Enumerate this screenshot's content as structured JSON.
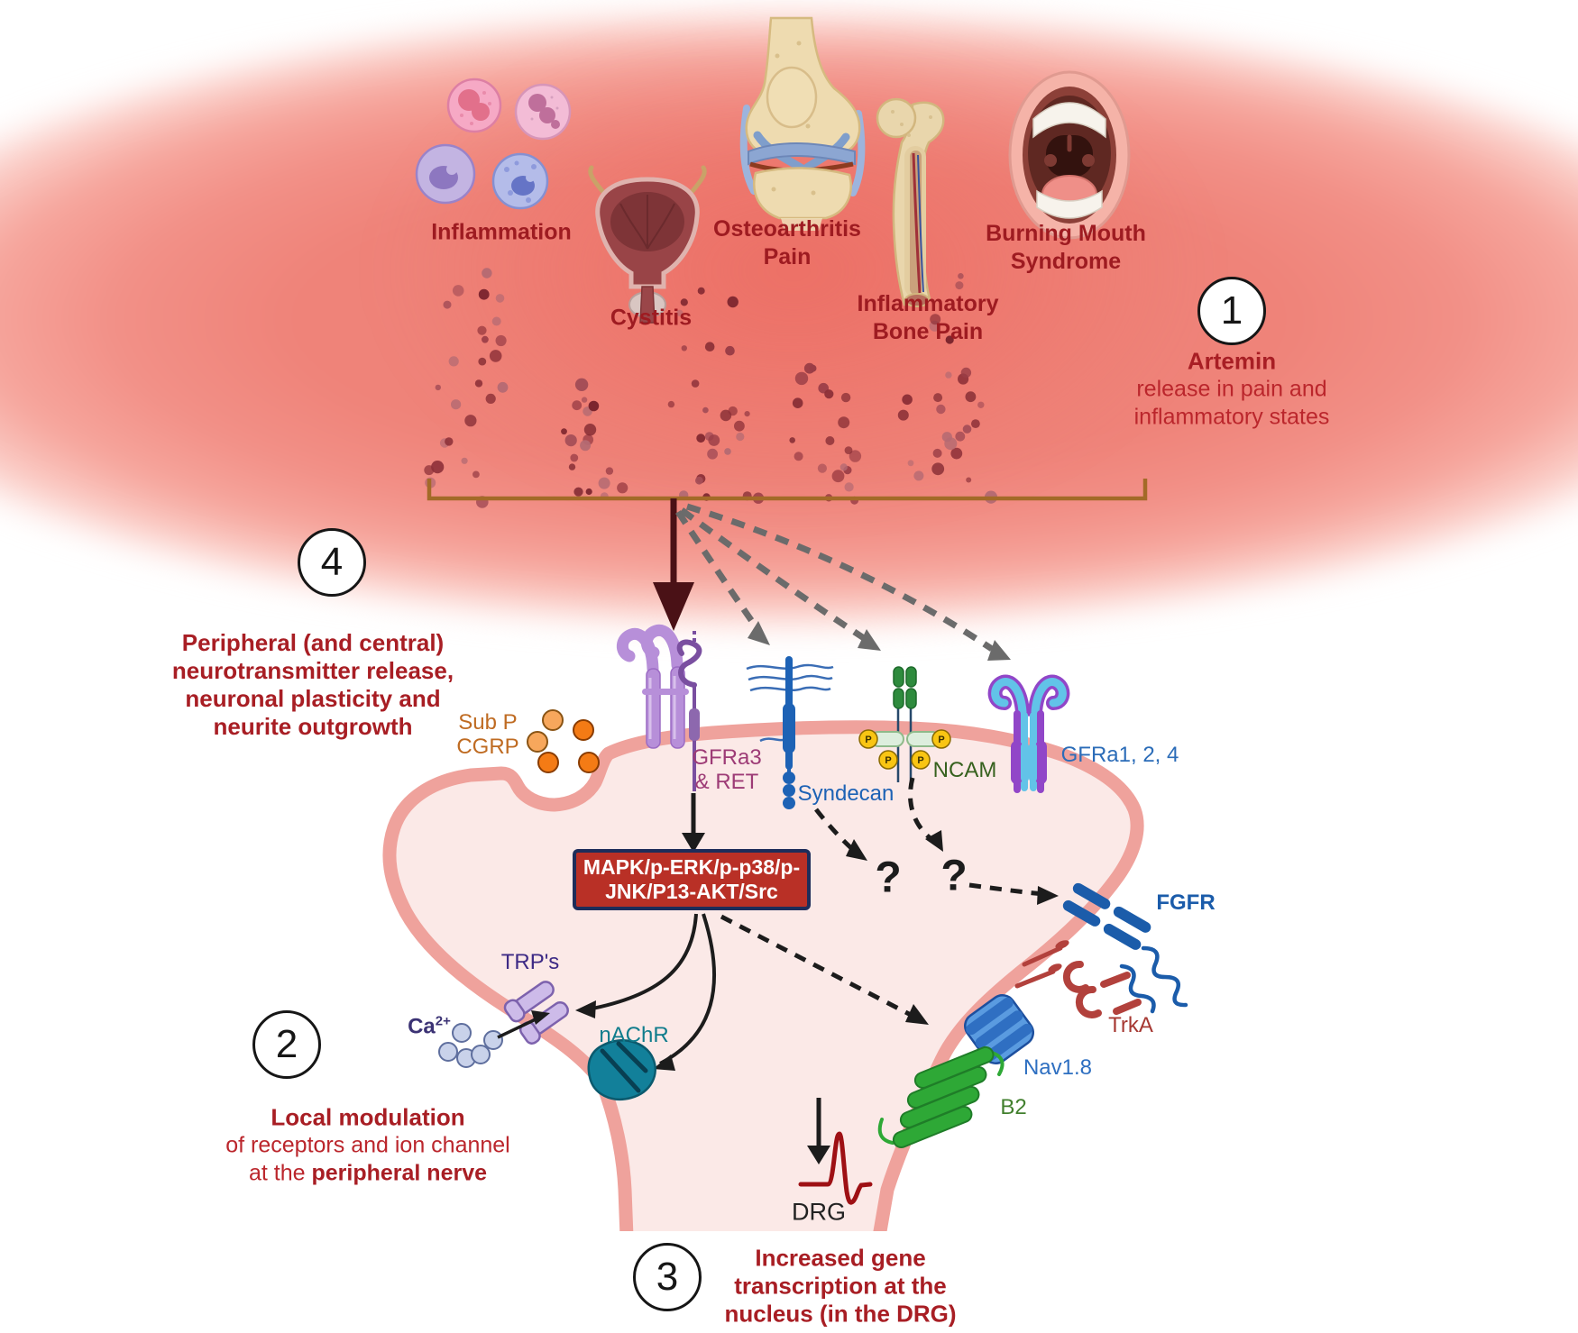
{
  "figure": {
    "steps": {
      "step1": {
        "number": "1",
        "title": "Artemin",
        "line2": "release in pain and",
        "line3": "inflammatory states"
      },
      "step2": {
        "number": "2",
        "title": "Local modulation",
        "line2": "of receptors and ion channel",
        "line3_prefix": "at the ",
        "line3_bold": "peripheral nerve"
      },
      "step3": {
        "number": "3",
        "line1": "Increased gene",
        "line2": "transcription at the",
        "line3": "nucleus (in the DRG)"
      },
      "step4": {
        "number": "4",
        "line1": "Peripheral (and central)",
        "line2": "neurotransmitter release,",
        "line3": "neuronal plasticity and",
        "line4": "neurite outgrowth"
      }
    },
    "conditions": {
      "inflammation": "Inflammation",
      "cystitis": "Cystitis",
      "osteoarthritis_line1": "Osteoarthritis",
      "osteoarthritis_line2": "Pain",
      "bone_line1": "Inflammatory",
      "bone_line2": "Bone Pain",
      "mouth_line1": "Burning Mouth",
      "mouth_line2": "Syndrome"
    },
    "neuropeptides": {
      "line1": "Sub P",
      "line2": "CGRP"
    },
    "receptors": {
      "gfra3_line1": "GFRa3",
      "gfra3_line2": "& RET",
      "syndecan": "Syndecan",
      "ncam": "NCAM",
      "gfra124": "GFRa1, 2, 4",
      "fgfr": "FGFR",
      "trka": "TrkA",
      "nav18": "Nav1.8",
      "b2": "B2",
      "trps": "TRP's",
      "nachr": "nAChR",
      "phospho": "P"
    },
    "ions": {
      "ca_symbol": "Ca",
      "ca_charge": "2+"
    },
    "signaling_box": {
      "line1": "MAPK/p-ERK/p-p38/p-",
      "line2": "JNK/P13-AKT/Src"
    },
    "labels": {
      "drg": "DRG",
      "question_mark": "?"
    },
    "colors": {
      "crimson_text": "#9e1b21",
      "red_text": "#bb262c",
      "box_fill": "#b93026",
      "box_border": "#1e2d5a",
      "membrane": "#efa29c",
      "cell_fill": "#fbe9e7",
      "bracket": "#a36a28",
      "release_arrow": "#4a1116",
      "gray_dashed": "#6b6b6b",
      "syndecan_blue": "#1d62b5",
      "ncam_green": "#36611e",
      "gfra_purple": "#9d3b76",
      "gfra124_blue": "#2b6cb8",
      "fgfr_blue": "#1b5caa",
      "trka_red": "#a63832",
      "nav_blue": "#2e6fc1",
      "b2_green": "#417f2d",
      "trp_violet": "#3d2a85",
      "nachr_teal": "#0f7c8c",
      "subp_orange": "#bf6b22"
    }
  }
}
